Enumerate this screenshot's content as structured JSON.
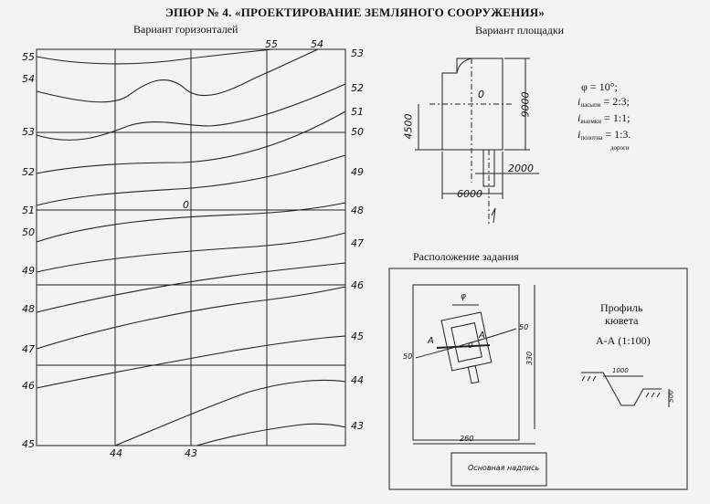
{
  "title": "ЭПЮР № 4. «ПРОЕКТИРОВАНИЕ ЗЕМЛЯНОГО СООРУЖЕНИЯ»",
  "contour_panel": {
    "title": "Вариант горизонталей",
    "left_labels": [
      "55",
      "54",
      "53",
      "52",
      "51",
      "50",
      "49",
      "48",
      "47",
      "46",
      "45"
    ],
    "right_labels": [
      "53",
      "52",
      "51",
      "50",
      "49",
      "48",
      "47",
      "46",
      "45",
      "44",
      "43"
    ],
    "top_labels": [
      "55",
      "54"
    ],
    "bottom_labels": [
      "44",
      "43"
    ],
    "origin_label": "0"
  },
  "site_panel": {
    "title": "Вариант площадки",
    "origin_label": "0",
    "dims": {
      "height_main": "9000",
      "height_left": "4500",
      "road_width": "2000",
      "width": "6000"
    }
  },
  "params": {
    "phi": "φ = 10°;",
    "i_fill": "i",
    "i_fill_sub": "насыпи",
    "i_fill_val": " = 2:3;",
    "i_cut": "i",
    "i_cut_sub": "выемки",
    "i_cut_val": " = 1:1;",
    "i_road": "i",
    "i_road_sub": "полотна",
    "i_road_val": " = 1:3.",
    "i_road_sub2": "дороги"
  },
  "layout_panel": {
    "title": "Расположение задания",
    "phi_label": "φ",
    "a_left": "A",
    "a_right": "A",
    "origin_label": "0",
    "left_50": "50",
    "right_50": "50",
    "height_dim": "330",
    "width_dim": "260",
    "stamp": "Основная надпись"
  },
  "ditch_panel": {
    "title1": "Профиль",
    "title2": "кювета",
    "section": "А-А (1:100)",
    "width_dim": "1000",
    "depth_dim": "500"
  }
}
